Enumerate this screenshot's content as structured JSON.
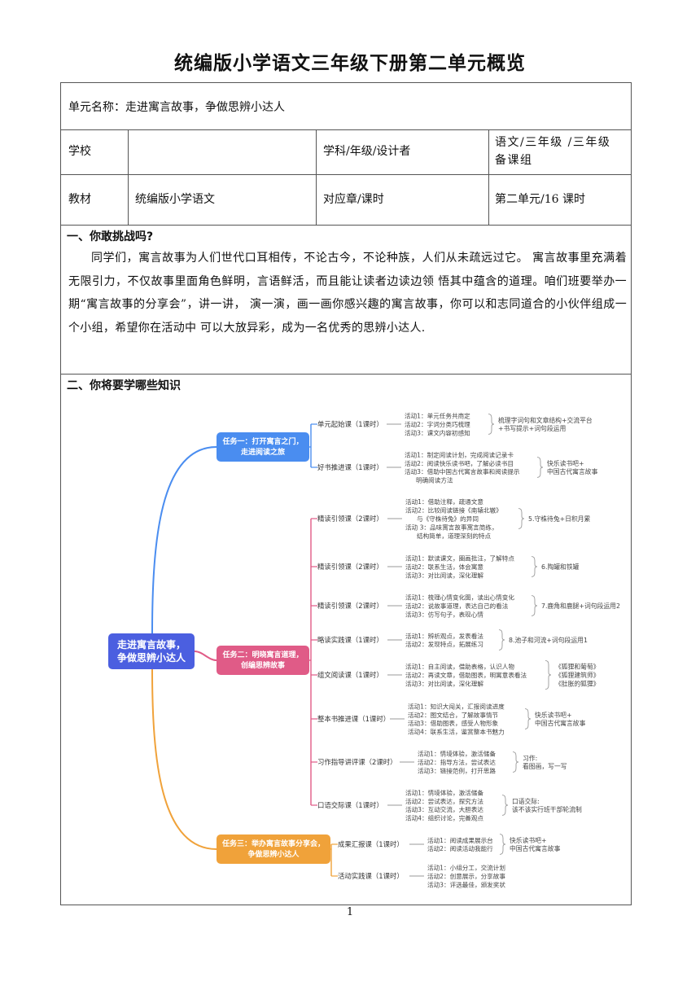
{
  "title": "统编版小学语文三年级下册第二单元概览",
  "info": {
    "unit_name": "单元名称：走进寓言故事，争做思辨小达人",
    "school_label": "学校",
    "school_value": "",
    "subject_label": "学科/年级/设计者",
    "subject_value": [
      "语文/三年级 /三年级",
      "备课组"
    ],
    "textbook_label": "教材",
    "textbook_value": "统编版小学语文",
    "chapter_label": "对应章/课时",
    "chapter_value": "第二单元/16 课时"
  },
  "section1": {
    "heading": "一、你敢挑战吗?",
    "paragraph": "同学们，寓言故事为人们世代口耳相传，不论古今，不论种族，人们从未疏远过它。 寓言故事里充满着无限引力，不仅故事里面角色鲜明，言语鲜活，而且能让读者边读边领 悟其中蕴含的道理。咱们班要举办一期“寓言故事的分享会”，讲一讲， 演一演，画一画你感兴趣的寓言故事，你可以和志同道合的小伙伴组成一个小组，希望你在活动中 可以大放异彩，成为一名优秀的思辨小达人."
  },
  "section2": {
    "heading": "二、你将要学哪些知识"
  },
  "mindmap": {
    "root": [
      "走进寓言故事，",
      "争做思辨小达人"
    ],
    "colors": {
      "root": "#4b5fe0",
      "task1": "#4a8df0",
      "task2": "#e05b87",
      "task3": "#f0a23a"
    },
    "tasks": [
      {
        "label": [
          "任务一：打开寓言之门，",
          "走进阅读之旅"
        ],
        "lessons": [
          {
            "name": "单元起始课（1课时）",
            "activities": [
              "活动1：单元任务共商定",
              "活动2：字词分类巧梳理",
              "活动3：课文内容初感知"
            ],
            "note": [
              "梳理字词句和文章结构+交流平台",
              "+书写提示+词句段运用"
            ]
          },
          {
            "name": "好书推进课（1课时）",
            "activities": [
              "活动1：制定阅读计划，完成阅读记录卡",
              "活动2：阅读快乐读书吧，了解必读书目",
              "活动3：借助中国古代寓言故事和阅读提示",
              "明确阅读方法"
            ],
            "note": [
              "快乐读书吧+",
              "中国古代寓言故事"
            ]
          }
        ]
      },
      {
        "label": [
          "任务二：明晓寓言道理，",
          "创编思辨故事"
        ],
        "lessons": [
          {
            "name": "精读引领课（2课时）",
            "activities": [
              "活动1：借助注释，疏通文意",
              "活动2：比较阅读链接《南辕北辙》",
              "与《守株待兔》的异同",
              "活动 3：品味寓言故事寓言简练，",
              "结构简单，道理深刻的特点"
            ],
            "note": [
              "5.守株待兔+日积月累"
            ]
          },
          {
            "name": "精读引领课（2课时）",
            "activities": [
              "活动1：默读课文，圈画批注，了解特点",
              "活动2：联系生活，体会寓意",
              "活动3：对比阅读，深化理解"
            ],
            "note": [
              "6.陶罐和铁罐"
            ]
          },
          {
            "name": "精读引领课（2课时）",
            "activities": [
              "活动1：梳理心情变化图，读出心情变化",
              "活动2：说故事道理，表达自己的看法",
              "活动3：仿写句子，表现心情"
            ],
            "note": [
              "7.鹿角和鹿腿+词句段运用2"
            ]
          },
          {
            "name": "略读实践课（1课时）",
            "activities": [
              "活动1：辨析观点，发表看法",
              "活动2：发现特点，拓展练习"
            ],
            "note": [
              "8.池子和河流+词句段运用1"
            ]
          },
          {
            "name": "组文阅读课（1课时）",
            "activities": [
              "活动1：自主阅读，借助表格，认识人物",
              "活动2：再读文章，借助图表，明寓意表看法",
              "活动3：对比阅读，深化理解"
            ],
            "note": [
              "《狐狸和葡萄》",
              "《狐狸建筑师》",
              "《肚胀的狐狸》"
            ]
          },
          {
            "name": "整本书推进课（1课时）",
            "activities": [
              "活动1：知识大闯关，汇报阅读进度",
              "活动2：图文结合，了解故事情节",
              "活动3：借助图表，感受人物形象",
              "活动4：联系生活，鉴赏整本书魅力"
            ],
            "note": [
              "快乐读书吧+",
              "中国古代寓言故事"
            ]
          },
          {
            "name": "习作指导讲评课（2课时）",
            "activities": [
              "活动1：情境体验，激活储备",
              "活动2：指导方法，尝试表达",
              "活动3：链接范例，打开思路"
            ],
            "note": [
              "习作:",
              "看图画，写一写"
            ]
          },
          {
            "name": "口语交际课（1课时）",
            "activities": [
              "活动1：情境体验，激活储备",
              "活动2：尝试表达，探究方法",
              "活动3：互动交流，大胆表达",
              "活动4：组织讨论，完善观点"
            ],
            "note": [
              "口语交际:",
              "该不该实行班干部轮流制"
            ]
          }
        ]
      },
      {
        "label": [
          "任务三：举办寓言故事分享会，",
          "争做思辨小达人"
        ],
        "lessons": [
          {
            "name": "成果汇报课（1课时）",
            "activities": [
              "活动1：阅读成果展示台",
              "活动2：阅读活动我能行"
            ],
            "note": [
              "快乐读书吧+",
              "中国古代寓言故事"
            ]
          },
          {
            "name": "活动实践课（1课时）",
            "activities": [
              "活动1：小组分工，交流计划",
              "活动2：创意展示，分享故事",
              "活动3：评选最佳，颁发奖状"
            ],
            "note": []
          }
        ]
      }
    ]
  },
  "page_number": "1"
}
